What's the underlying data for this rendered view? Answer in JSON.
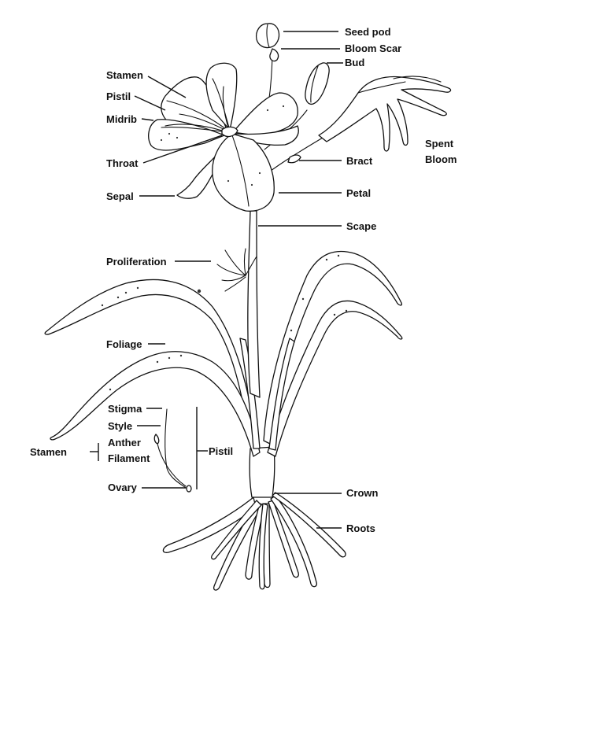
{
  "labels": {
    "seed_pod": "Seed pod",
    "bloom_scar": "Bloom Scar",
    "bud": "Bud",
    "stamen_top": "Stamen",
    "pistil_top": "Pistil",
    "midrib": "Midrib",
    "throat": "Throat",
    "sepal": "Sepal",
    "bract": "Bract",
    "petal": "Petal",
    "scape": "Scape",
    "spent_bloom_line1": "Spent",
    "spent_bloom_line2": "Bloom",
    "proliferation": "Proliferation",
    "foliage": "Foliage",
    "stigma": "Stigma",
    "style": "Style",
    "anther": "Anther",
    "filament": "Filament",
    "ovary": "Ovary",
    "stamen_detail": "Stamen",
    "pistil_detail": "Pistil",
    "crown": "Crown",
    "roots": "Roots"
  }
}
